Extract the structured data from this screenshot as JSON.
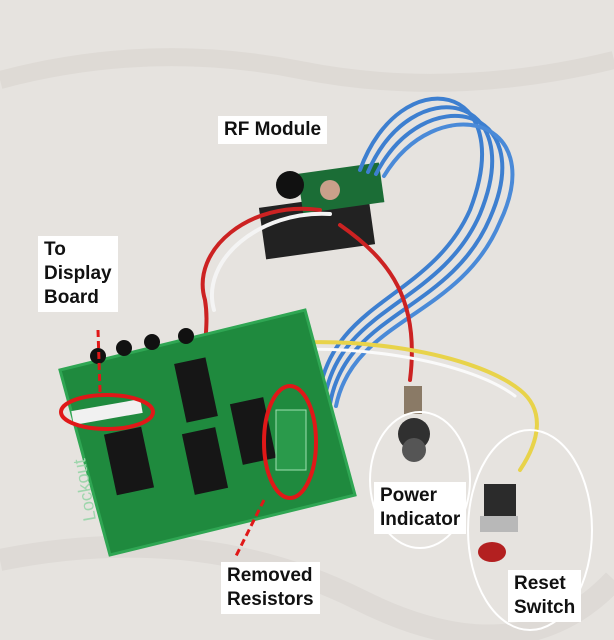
{
  "labels": {
    "rf_module": "RF Module",
    "to_display_board": "To\nDisplay\nBoard",
    "power_indicator": "Power\nIndicator",
    "reset_switch": "Reset\nSwitch",
    "removed_resistors": "Removed\nResistors"
  },
  "board_text": "Lockout",
  "colors": {
    "background": "#e6e3df",
    "pcb": "#1f8a3e",
    "pcb_trace": "#2fa653",
    "chip": "#161616",
    "wire_blue": "#3d7fd0",
    "wire_red": "#cc2222",
    "wire_yellow": "#e8d34a",
    "highlight_red": "#e01818",
    "highlight_white": "#ffffff"
  }
}
